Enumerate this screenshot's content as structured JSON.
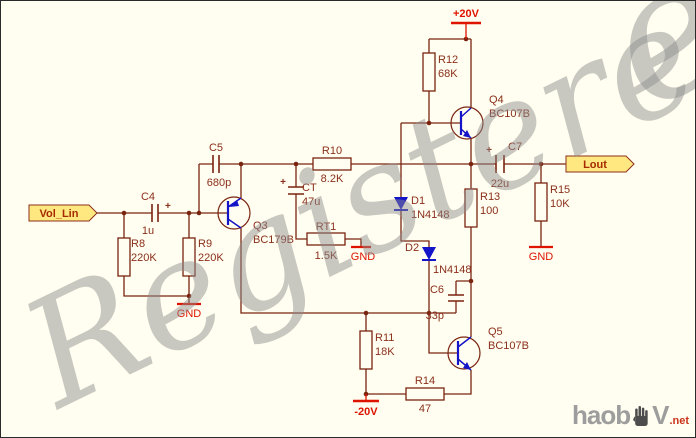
{
  "watermark": {
    "main": "Registere",
    "corner": "e"
  },
  "brand": {
    "prefix": "haob",
    "letter": "V",
    "domain": ".net"
  },
  "ports": {
    "input": "Vol_Lin",
    "output": "Lout"
  },
  "power": {
    "vcc": "+20V",
    "vee": "-20V",
    "gnd": "GND"
  },
  "symbols": {
    "plus": "+"
  },
  "components": {
    "c4": {
      "ref": "C4",
      "value": "1u"
    },
    "c5": {
      "ref": "C5",
      "value": "680p"
    },
    "ct": {
      "ref": "CT",
      "value": "47u"
    },
    "c6": {
      "ref": "C6",
      "value": "33p"
    },
    "c7": {
      "ref": "C7",
      "value": "22u"
    },
    "r8": {
      "ref": "R8",
      "value": "220K"
    },
    "r9": {
      "ref": "R9",
      "value": "220K"
    },
    "r10": {
      "ref": "R10",
      "value": "8.2K"
    },
    "r11": {
      "ref": "R11",
      "value": "18K"
    },
    "r12": {
      "ref": "R12",
      "value": "68K"
    },
    "r13": {
      "ref": "R13",
      "value": "100"
    },
    "r14": {
      "ref": "R14",
      "value": "47"
    },
    "r15": {
      "ref": "R15",
      "value": "10K"
    },
    "rt1": {
      "ref": "RT1",
      "value": "1.5K"
    },
    "q3": {
      "ref": "Q3",
      "value": "BC179B"
    },
    "q4": {
      "ref": "Q4",
      "value": "BC107B"
    },
    "q5": {
      "ref": "Q5",
      "value": "BC107B"
    },
    "d1": {
      "ref": "D1",
      "value": "1N4148"
    },
    "d2": {
      "ref": "D2",
      "value": "1N4148"
    }
  },
  "colors": {
    "background": "#FFFEF0",
    "wire": "#7A2410",
    "label": "#8B2F1B",
    "device_blue": "#1414C8",
    "power_red": "#DE1400",
    "port_fill": "#FFE880",
    "watermark_gray": "#8C8C8C"
  }
}
